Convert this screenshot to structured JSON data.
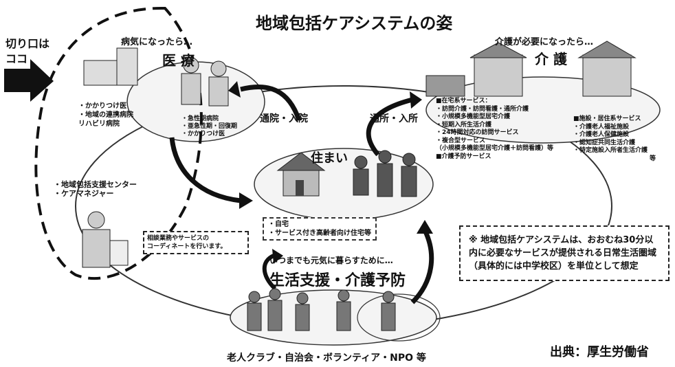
{
  "title": "地域包括ケアシステムの姿",
  "entry": {
    "line1": "切り口は",
    "line2": "ココ"
  },
  "medical": {
    "caption": "病気になったら…",
    "heading": "医 療",
    "left_items": [
      "・かかりつけ医",
      "・地域の連携病院",
      "リハビリ病院"
    ],
    "center_items": [
      "・急性期病院",
      "・亜急性期・回復期",
      "・かかりつけ医"
    ]
  },
  "care": {
    "caption": "介護が必要になったら…",
    "heading": "介 護",
    "home_services": [
      "■在宅系サービス：",
      "・訪問介護・訪問看護・通所介護",
      "・小規模多機能型居宅介護",
      "・短期入所生活介護",
      "・24時間対応の訪問サービス",
      "・複合型サービス",
      "（小規模多機能型居宅介護＋訪問看護）等",
      "■介護予防サービス"
    ],
    "facility_services": [
      "■施設・居住系サービス",
      "・介護老人福祉施設",
      "・介護老人保健施設",
      "・認知症共同生活介護",
      "・特定施設入所者生活介護",
      "等"
    ]
  },
  "housing": {
    "label": "住まい",
    "items": [
      "・自宅",
      "・サービス付き高齢者向け住宅等"
    ]
  },
  "flows": {
    "hospital": "通院・入院",
    "facility": "通所・入所"
  },
  "support_center": {
    "items": [
      "・地域包括支援センター",
      "・ケアマネジャー"
    ],
    "note": "相談業務やサービスの\nコーディネートを行います。"
  },
  "living": {
    "caption": "いつまでも元気に暮らすために…",
    "heading": "生活支援・介護予防",
    "groups": "老人クラブ・自治会・ボランティア・NPO 等"
  },
  "note": "※ 地域包括ケアシステムは、おおむね30分以内に必要なサービスが提供される日常生活圏域（具体的には中学校区）を単位として想定",
  "source": "出典：厚生労働省"
}
